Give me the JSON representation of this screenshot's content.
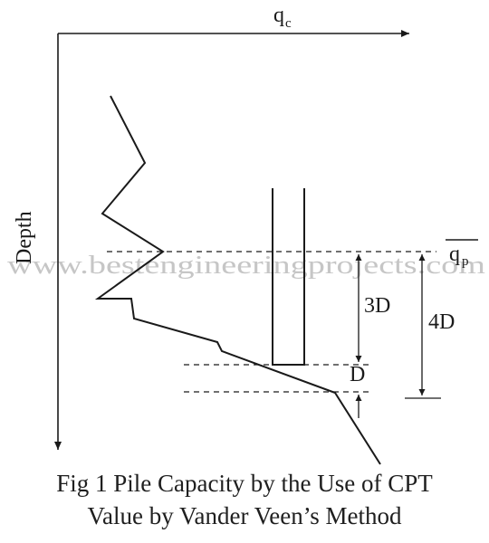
{
  "diagram": {
    "axis_x_label": "q",
    "axis_x_label_sub": "c",
    "axis_y_label": "Depth",
    "watermark": "www.bestengineeringprojects.com",
    "label_3d": "3D",
    "label_4d": "4D",
    "label_d": "D",
    "label_qp": "q",
    "label_qp_sub": "p"
  },
  "caption": {
    "line1": "Fig 1 Pile Capacity by the Use of CPT",
    "line2": "Value by Vander Veen’s Method"
  },
  "colors": {
    "ink": "#1a1a1a",
    "watermark": "#c8c8c8"
  }
}
